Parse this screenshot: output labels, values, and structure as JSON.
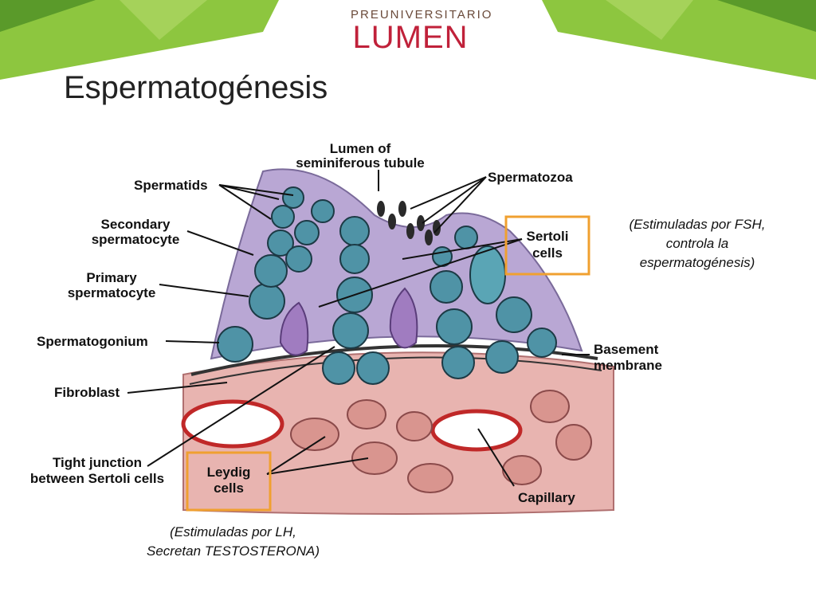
{
  "logo": {
    "top": "PREUNIVERSITARIO",
    "main": "LUMEN"
  },
  "slide_title": "Espermatogénesis",
  "diagram": {
    "labels": {
      "lumen_1": "Lumen of",
      "lumen_2": "seminiferous tubule",
      "spermatozoa": "Spermatozoa",
      "spermatids": "Spermatids",
      "secondary_1": "Secondary",
      "secondary_2": "spermatocyte",
      "primary_1": "Primary",
      "primary_2": "spermatocyte",
      "spermatogonium": "Spermatogonium",
      "fibroblast": "Fibroblast",
      "tight_1": "Tight junction",
      "tight_2": "between Sertoli cells",
      "sertoli_1": "Sertoli",
      "sertoli_2": "cells",
      "basement_1": "Basement",
      "basement_2": "membrane",
      "leydig_1": "Leydig",
      "leydig_2": "cells",
      "capillary": "Capillary"
    }
  },
  "notes": {
    "sertoli": [
      "(Estimuladas por FSH,",
      "controla la",
      "espermatogénesis)"
    ],
    "leydig": [
      "(Estimuladas por LH,",
      "Secretan TESTOSTERONA)"
    ]
  },
  "colors": {
    "banner_green": "#8dc63f",
    "banner_dark": "#5a9a2a",
    "logo_red": "#c0213a",
    "highlight_box": "#f0a030",
    "tubule_purple": "#b9a7d4",
    "cell_blue": "#4f93a6",
    "connective_pink": "#e8b4b0"
  }
}
